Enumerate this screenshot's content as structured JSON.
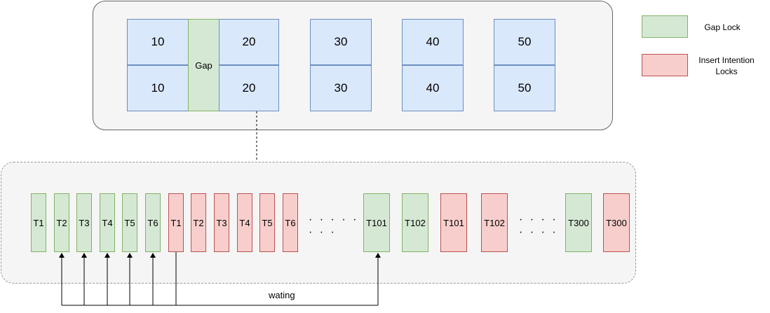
{
  "index_rows": {
    "top": [
      "10",
      "20",
      "30",
      "40",
      "50"
    ],
    "bottom": [
      "10",
      "20",
      "30",
      "40",
      "50"
    ]
  },
  "gap_label": "Gap",
  "legend": {
    "gap_lock": "Gap Lock",
    "insert_intention": "Insert Intention Locks",
    "colors": {
      "gap_lock": "#d5e8d4",
      "insert_intention": "#f8cecc",
      "record": "#dae8fc"
    }
  },
  "queue": {
    "group1_gap": [
      "T1",
      "T2",
      "T3",
      "T4",
      "T5",
      "T6"
    ],
    "group1_insert": [
      "T1",
      "T2",
      "T3",
      "T4",
      "T5",
      "T6"
    ],
    "ellipsis_1": "· · · · · · · ·",
    "group2_gap": [
      "T101",
      "T102"
    ],
    "group2_insert": [
      "T101",
      "T102"
    ],
    "ellipsis_2": "· · · · · · · ·",
    "group3_gap": [
      "T300"
    ],
    "group3_insert": [
      "T300"
    ]
  },
  "waiting_label": "wating"
}
